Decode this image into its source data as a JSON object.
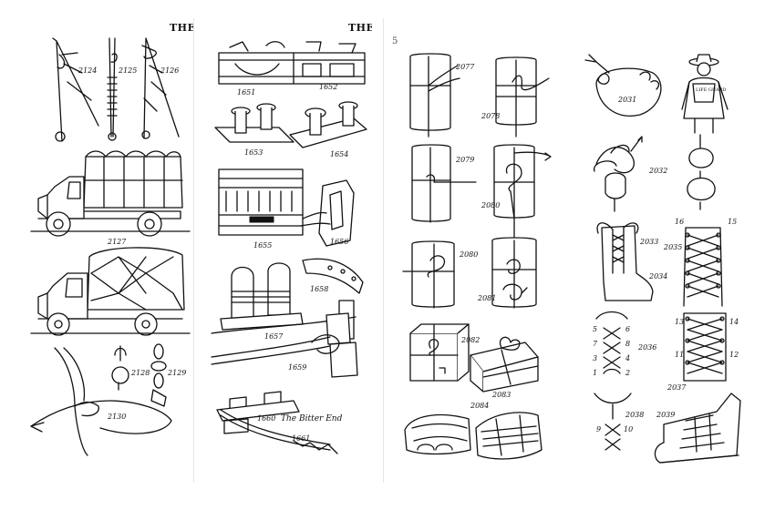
{
  "running_heads": {
    "left_page": "THE",
    "right_page": "THE",
    "folio_right": "5"
  },
  "left_page": {
    "fig_numbers": [
      "2124",
      "2125",
      "2126",
      "2127",
      "2128",
      "2129",
      "2130"
    ]
  },
  "second_page": {
    "fig_numbers": [
      "1651",
      "1652",
      "1653",
      "1654",
      "1655",
      "1656",
      "1657",
      "1658",
      "1659",
      "1660",
      "1661"
    ],
    "caption_bitter_end": "The Bitter End"
  },
  "third_page": {
    "fig_numbers": [
      "2077",
      "2078",
      "2079",
      "2080",
      "2080",
      "2081",
      "2082",
      "2083",
      "2084"
    ]
  },
  "fourth_page": {
    "fig_numbers": [
      "2031",
      "2032",
      "2033",
      "2034",
      "2035",
      "2036",
      "2037",
      "2038",
      "2039"
    ],
    "lifeguard_label": "LIFE GUARD",
    "lacing_numbers": [
      "1",
      "2",
      "3",
      "4",
      "5",
      "6",
      "7",
      "8",
      "9",
      "10",
      "11",
      "12",
      "13",
      "14",
      "15",
      "16"
    ]
  }
}
